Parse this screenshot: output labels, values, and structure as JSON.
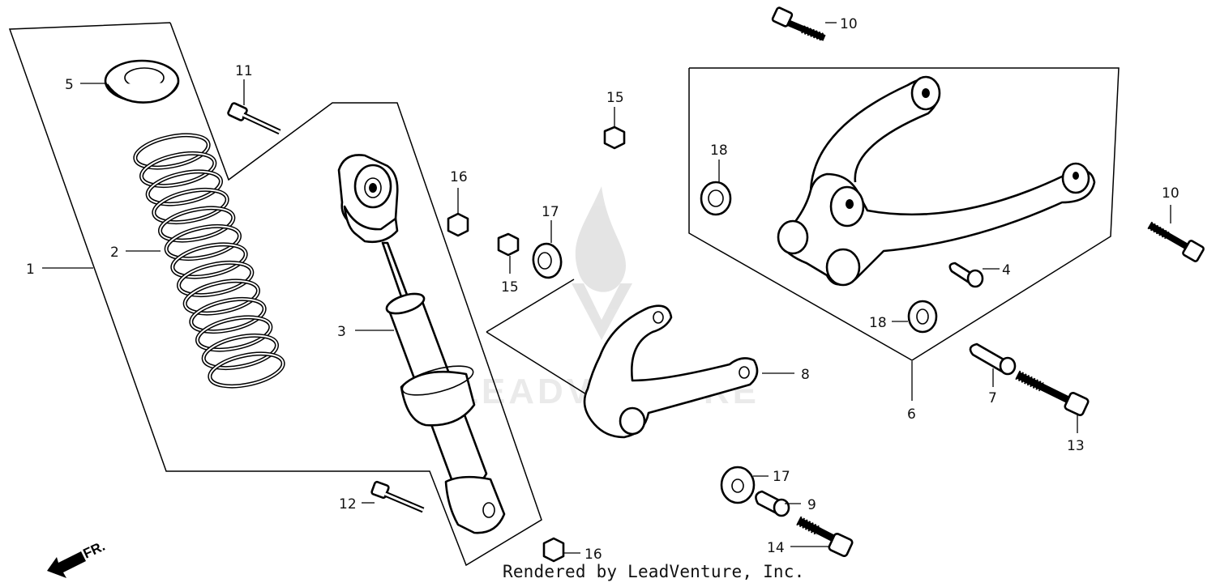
{
  "callouts": {
    "c1": "1",
    "c2": "2",
    "c3": "3",
    "c4": "4",
    "c5": "5",
    "c6": "6",
    "c7": "7",
    "c8": "8",
    "c9": "9",
    "c10a": "10",
    "c10b": "10",
    "c11": "11",
    "c12": "12",
    "c13": "13",
    "c14": "14",
    "c15a": "15",
    "c15b": "15",
    "c16a": "16",
    "c16b": "16",
    "c17a": "17",
    "c17b": "17",
    "c18a": "18",
    "c18b": "18"
  },
  "direction_label": "FR.",
  "watermark_text": "LEADVENTURE",
  "footer": "Rendered by LeadVenture, Inc."
}
